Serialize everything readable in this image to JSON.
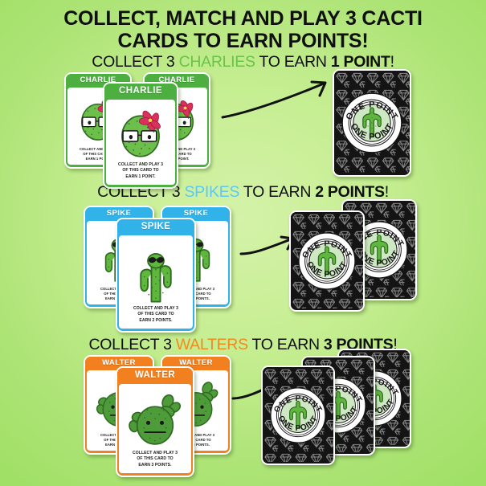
{
  "title": {
    "line1": "COLLECT, MATCH AND PLAY 3 CACTI",
    "line2": "CARDS TO EARN POINTS!"
  },
  "colors": {
    "background_light": "#d4f2a8",
    "background_dark": "#a0e066",
    "charlie_green": "#4caf3f",
    "charlie_heading_green": "#6cc24a",
    "spike_blue": "#31b3ea",
    "spike_heading_blue": "#5ec8f0",
    "walter_orange": "#f2801f",
    "walter_heading_orange": "#f28a1e",
    "text_black": "#101010",
    "card_back_black": "#141414",
    "cactus_green": "#6cbf4b",
    "cactus_dark_green": "#4e9b3a",
    "flower_red": "#d8315b"
  },
  "rows": [
    {
      "id": "charlie",
      "heading": {
        "prefix": "COLLECT 3 ",
        "keyword": "CHARLIES",
        "middle": " TO EARN ",
        "points": "1 POINT",
        "suffix": "!"
      },
      "card_name": "CHARLIE",
      "card_blurb": "COLLECT AND PLAY 3\nOF THIS CARD TO\nEARN 1 POINT.",
      "card_count": 3,
      "point_card_count": 1,
      "accent": "#4caf3f"
    },
    {
      "id": "spike",
      "heading": {
        "prefix": "COLLECT 3 ",
        "keyword": "SPIKES",
        "middle": " TO EARN ",
        "points": "2 POINTS",
        "suffix": "!"
      },
      "card_name": "SPIKE",
      "card_blurb": "COLLECT AND PLAY 3\nOF THIS CARD TO\nEARN 2 POINTS.",
      "card_count": 3,
      "point_card_count": 2,
      "accent": "#31b3ea"
    },
    {
      "id": "walter",
      "heading": {
        "prefix": "COLLECT 3 ",
        "keyword": "WALTERS",
        "middle": " TO EARN ",
        "points": "3 POINTS",
        "suffix": "!"
      },
      "card_name": "WALTER",
      "card_blurb": "COLLECT AND PLAY 3\nOF THIS CARD TO\nEARN 3 POINTS.",
      "card_count": 3,
      "point_card_count": 3,
      "accent": "#f2801f"
    }
  ],
  "point_card": {
    "label_top": "ONE POINT",
    "label_bottom": "ONE POINT",
    "back_pattern": "diamond-gem-pattern"
  }
}
